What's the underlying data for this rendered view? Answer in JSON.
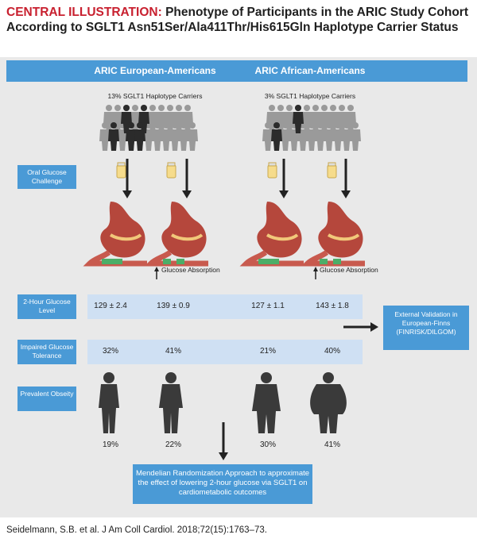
{
  "title": {
    "lead": "CENTRAL ILLUSTRATION:",
    "text": "Phenotype of Participants in the ARIC Study Cohort According to SGLT1 Asn51Ser/Ala411Thr/His615Gln Haplotype Carrier Status"
  },
  "columns": {
    "european": "ARIC European-Americans",
    "african": "ARIC African-Americans"
  },
  "carriers": {
    "european": "13% SGLT1 Haplotype Carriers",
    "african": "3% SGLT1 Haplotype Carriers"
  },
  "side_labels": {
    "oral_glucose": "Oral Glucose Challenge",
    "glucose_level": "2-Hour Glucose Level",
    "impaired": "Impaired Glucose Tolerance",
    "obesity": "Prevalent Obseity"
  },
  "absorption_label": "Glucose Absorption",
  "glucose_values": [
    "129 ± 2.4",
    "139 ± 0.9",
    "127 ± 1.1",
    "143 ± 1.8"
  ],
  "impaired_values": [
    "32%",
    "41%",
    "21%",
    "40%"
  ],
  "obesity_values": [
    "19%",
    "22%",
    "30%",
    "41%"
  ],
  "external_validation": "External Validation in European-Finns (FINRISK/DILGOM)",
  "mendelian": "Mendelian Randomization Approach to approximate the effect of lowering 2-hour glucose via SGLT1 on cardiometabolic outcomes",
  "citation": "Seidelmann, S.B. et al. J Am Coll Cardiol. 2018;72(15):1763–73.",
  "colors": {
    "accent_blue": "#4a9ad6",
    "band_blue": "#cfe0f3",
    "title_red": "#c8202f",
    "panel_gray": "#e9e9e9",
    "stomach": "#b5473c",
    "intestine_green": "#4cae68"
  }
}
